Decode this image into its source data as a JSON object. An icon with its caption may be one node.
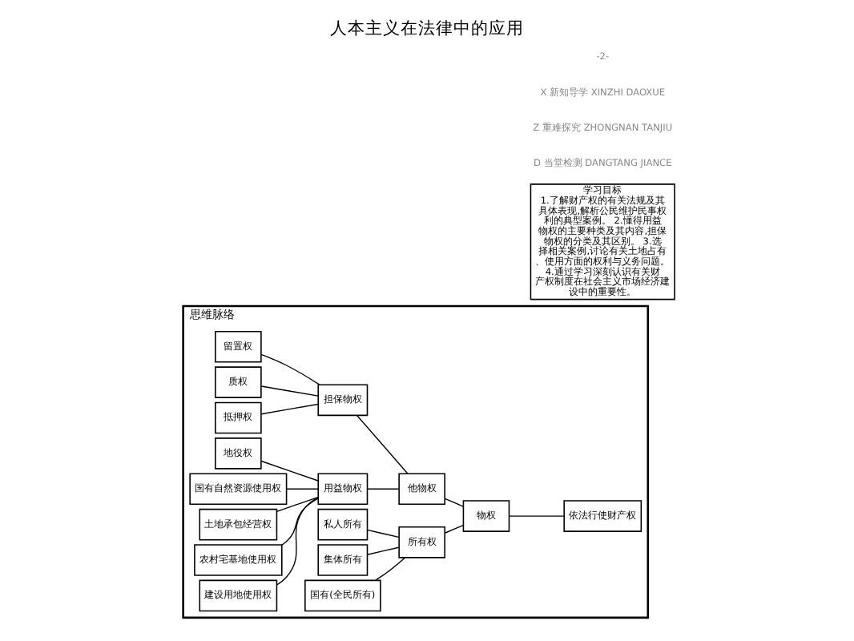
{
  "diagram": {
    "title": "人本主义在法律中的应用",
    "nodes": [
      {
        "text": [
          "思维脉络"
        ]
      },
      {
        "text": [
          "学习目标",
          "1.了解财产权的有关法规及其具体表现,解析公民维护民事权利的典型案例。 2.懂得用益物权的主要种类及其内容,担保物权的分类及其区别。 3.选择相关案例,讨论有关土地占有、使用方面的权利与义务问题。 4.通过学习深刻认识有关财产权制度在社会主义市场经济建设中的重要性。"
        ]
      },
      {
        "text": [
          "依法行使财产权"
        ],
        "in": 0
      },
      {
        "text": [
          "物权"
        ],
        "in": 0
      },
      {
        "text": [
          "所有权"
        ],
        "in": 0
      },
      {
        "text": [
          "他物权"
        ],
        "in": 0
      },
      {
        "text": [
          "国有(全民所有)"
        ],
        "in": 0
      },
      {
        "text": [
          "集体所有"
        ],
        "in": 0
      },
      {
        "text": [
          "私人所有"
        ],
        "in": 0
      },
      {
        "text": [
          "用益物权"
        ],
        "in": 0
      },
      {
        "text": [
          "担保物权"
        ],
        "in": 0
      },
      {
        "text": [
          "建设用地使用权"
        ],
        "in": 0
      },
      {
        "text": [
          "农村宅基地使用权"
        ],
        "in": 0
      },
      {
        "text": [
          "土地承包经营权"
        ],
        "in": 0
      },
      {
        "text": [
          "国有自然资源使用权"
        ],
        "in": 0
      },
      {
        "text": [
          "地役权"
        ],
        "in": 0
      },
      {
        "text": [
          "抵押权"
        ],
        "in": 0
      },
      {
        "text": [
          "质权"
        ],
        "in": 0
      },
      {
        "text": [
          "留置权"
        ],
        "in": 0
      }
    ],
    "edges": [
      {
        "from": 2,
        "to": 3,
        "arrow": "none"
      },
      {
        "from": 3,
        "to": 4,
        "arrow": "none"
      },
      {
        "from": 3,
        "to": 5,
        "arrow": "none"
      },
      {
        "from": 4,
        "to": 6,
        "arrow": "none"
      },
      {
        "from": 4,
        "to": 7,
        "arrow": "none"
      },
      {
        "from": 4,
        "to": 8,
        "arrow": "none"
      },
      {
        "from": 5,
        "to": 9,
        "arrow": "none"
      },
      {
        "from": 5,
        "to": 10,
        "arrow": "none"
      },
      {
        "from": 9,
        "to": 11,
        "arrow": "none"
      },
      {
        "from": 9,
        "to": 12,
        "arrow": "none"
      },
      {
        "from": 9,
        "to": 13,
        "arrow": "none"
      },
      {
        "from": 9,
        "to": 14,
        "arrow": "none"
      },
      {
        "from": 9,
        "to": 15,
        "arrow": "none"
      },
      {
        "from": 10,
        "to": 16,
        "arrow": "none"
      },
      {
        "from": 10,
        "to": 17,
        "arrow": "none"
      },
      {
        "from": 10,
        "to": 18,
        "arrow": "none"
      }
    ],
    "labels": [
      "D 当堂检测 DANGTANG JIANCE",
      "Z 重难探究 ZHONGNAN TANJIU",
      "X 新知导学 XINZHI DAOXUE",
      "-2-"
    ]
  }
}
